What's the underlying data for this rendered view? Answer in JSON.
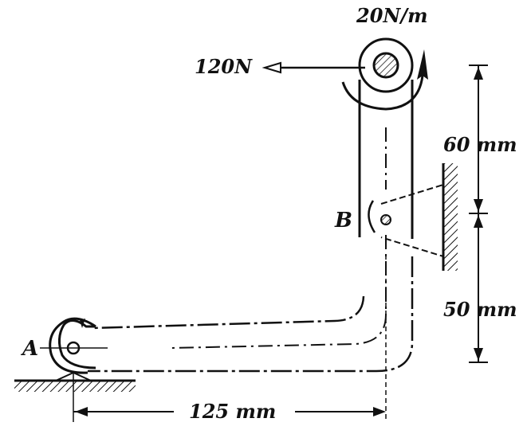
{
  "labels": {
    "moment": "20N/m",
    "force": "120N",
    "dim_upper": "60 mm",
    "dim_lower": "50 mm",
    "dim_horizontal": "125 mm",
    "point_a": "A",
    "point_b": "B"
  },
  "colors": {
    "ink": "#111111",
    "background": "#ffffff"
  }
}
